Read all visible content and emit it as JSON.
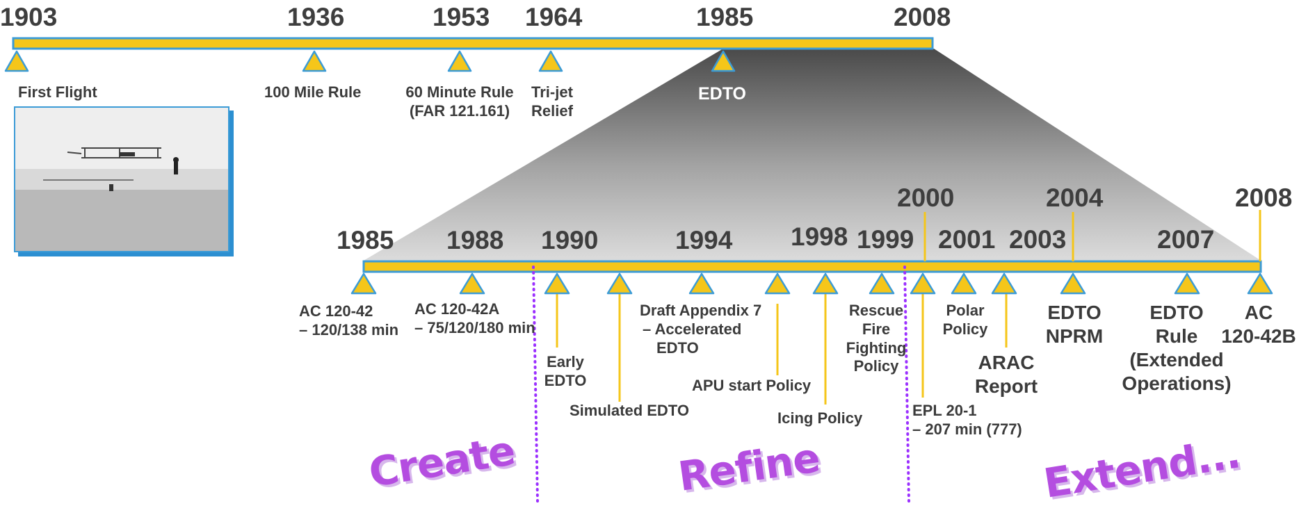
{
  "overview": {
    "years": [
      "1903",
      "1936",
      "1953",
      "1964",
      "1985",
      "2008"
    ],
    "first_flight": "First Flight",
    "hundred_mile": "100 Mile Rule",
    "sixty_min_1": "60 Minute Rule",
    "sixty_min_2": "(FAR 121.161)",
    "trijet_1": "Tri-jet",
    "trijet_2": "Relief",
    "edto": "EDTO"
  },
  "detail": {
    "years": {
      "y1985": "1985",
      "y1988": "1988",
      "y1990": "1990",
      "y1994": "1994",
      "y1998": "1998",
      "y1999": "1999",
      "y2000": "2000",
      "y2001": "2001",
      "y2003": "2003",
      "y2004": "2004",
      "y2007": "2007",
      "y2008": "2008"
    },
    "ac12042_1": "AC 120-42",
    "ac12042_2": "– 120/138 min",
    "ac12042a_1": "AC 120-42A",
    "ac12042a_2": "– 75/120/180 min",
    "early_1": "Early",
    "early_2": "EDTO",
    "simulated": "Simulated EDTO",
    "draft_1": "Draft Appendix 7",
    "draft_2": "– Accelerated",
    "draft_3": "EDTO",
    "apu": "APU start Policy",
    "icing": "Icing Policy",
    "rescue_1": "Rescue",
    "rescue_2": "Fire",
    "rescue_3": "Fighting",
    "rescue_4": "Policy",
    "epl_1": "EPL 20-1",
    "epl_2": "– 207 min (777)",
    "polar_1": "Polar",
    "polar_2": "Policy",
    "arac_1": "ARAC",
    "arac_2": "Report",
    "nprm_1": "EDTO",
    "nprm_2": "NPRM",
    "rule_1": "EDTO",
    "rule_2": "Rule",
    "rule_3": "(Extended",
    "rule_4": "Operations)",
    "ac12042b_1": "AC",
    "ac12042b_2": "120-42B"
  },
  "phases": [
    "Create",
    "Refine",
    "Extend..."
  ],
  "colors": {
    "bar_fill": "#f5c61a",
    "bar_border": "#3b9bd6",
    "marker_fill": "#f5c61a",
    "divider": "#9b30ff",
    "phase_text": "#b44de0",
    "text": "#3b3b3b"
  }
}
